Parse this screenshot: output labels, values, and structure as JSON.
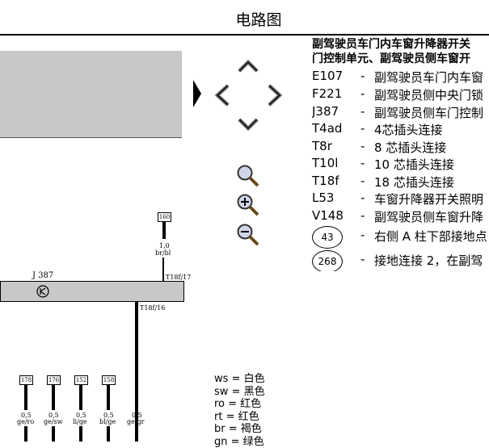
{
  "header": {
    "title": "电路图"
  },
  "nav": {
    "icons": [
      "chevron-up-icon",
      "chevron-left-icon",
      "chevron-right-icon",
      "chevron-down-icon",
      "zoom-icon",
      "zoom-in-icon",
      "zoom-out-icon",
      "play-icon"
    ]
  },
  "legend": {
    "title_line1": "副驾驶员车门内车窗升降器开关",
    "title_line2": "门控制单元、副驾驶员侧车窗开",
    "items": [
      {
        "code": "E107",
        "dash": "-",
        "desc": "副驾驶员车门内车窗"
      },
      {
        "code": "F221",
        "dash": "-",
        "desc": "副驾驶员侧中央门锁"
      },
      {
        "code": "J387",
        "dash": "-",
        "desc": "副驾驶员侧车门控制"
      },
      {
        "code": "T4ad",
        "dash": "-",
        "desc": "4芯插头连接"
      },
      {
        "code": "T8r",
        "dash": "-",
        "desc": "8 芯插头连接"
      },
      {
        "code": "T10l",
        "dash": "-",
        "desc": "10 芯插头连接"
      },
      {
        "code": "T18f",
        "dash": "-",
        "desc": "18 芯插头连接"
      },
      {
        "code": "L53",
        "dash": "-",
        "desc": "车窗升降器开关照明"
      },
      {
        "code": "V148",
        "dash": "-",
        "desc": "副驾驶员侧车窗升降"
      }
    ],
    "grounds": [
      {
        "num": "43",
        "dash": "-",
        "desc": "右侧 A 柱下部接地点"
      },
      {
        "num": "268",
        "dash": "-",
        "desc": "接地连接 2，在副驾"
      }
    ]
  },
  "wire_colors": [
    "ws = 白色",
    "sw = 黑色",
    "ro = 红色",
    "rt = 红色",
    "br = 褐色",
    "gn = 绿色"
  ],
  "diagram": {
    "j387_label": "J 387",
    "top_conn": "160",
    "top_wire_size": "1,0",
    "top_wire_color": "br/bl",
    "pin_t18f17": "T18f/17",
    "pin_t18f16": "T18f/16",
    "bottom": [
      {
        "box": "178",
        "size": "0,5",
        "color": "ge/ro"
      },
      {
        "box": "176",
        "size": "0,5",
        "color": "ge/sw"
      },
      {
        "box": "152",
        "size": "0,5",
        "color": "li/ge"
      },
      {
        "box": "158",
        "size": "0,5",
        "color": "bl/ge"
      },
      {
        "box": "",
        "size": "0,5",
        "color": "ge/gr"
      }
    ]
  }
}
